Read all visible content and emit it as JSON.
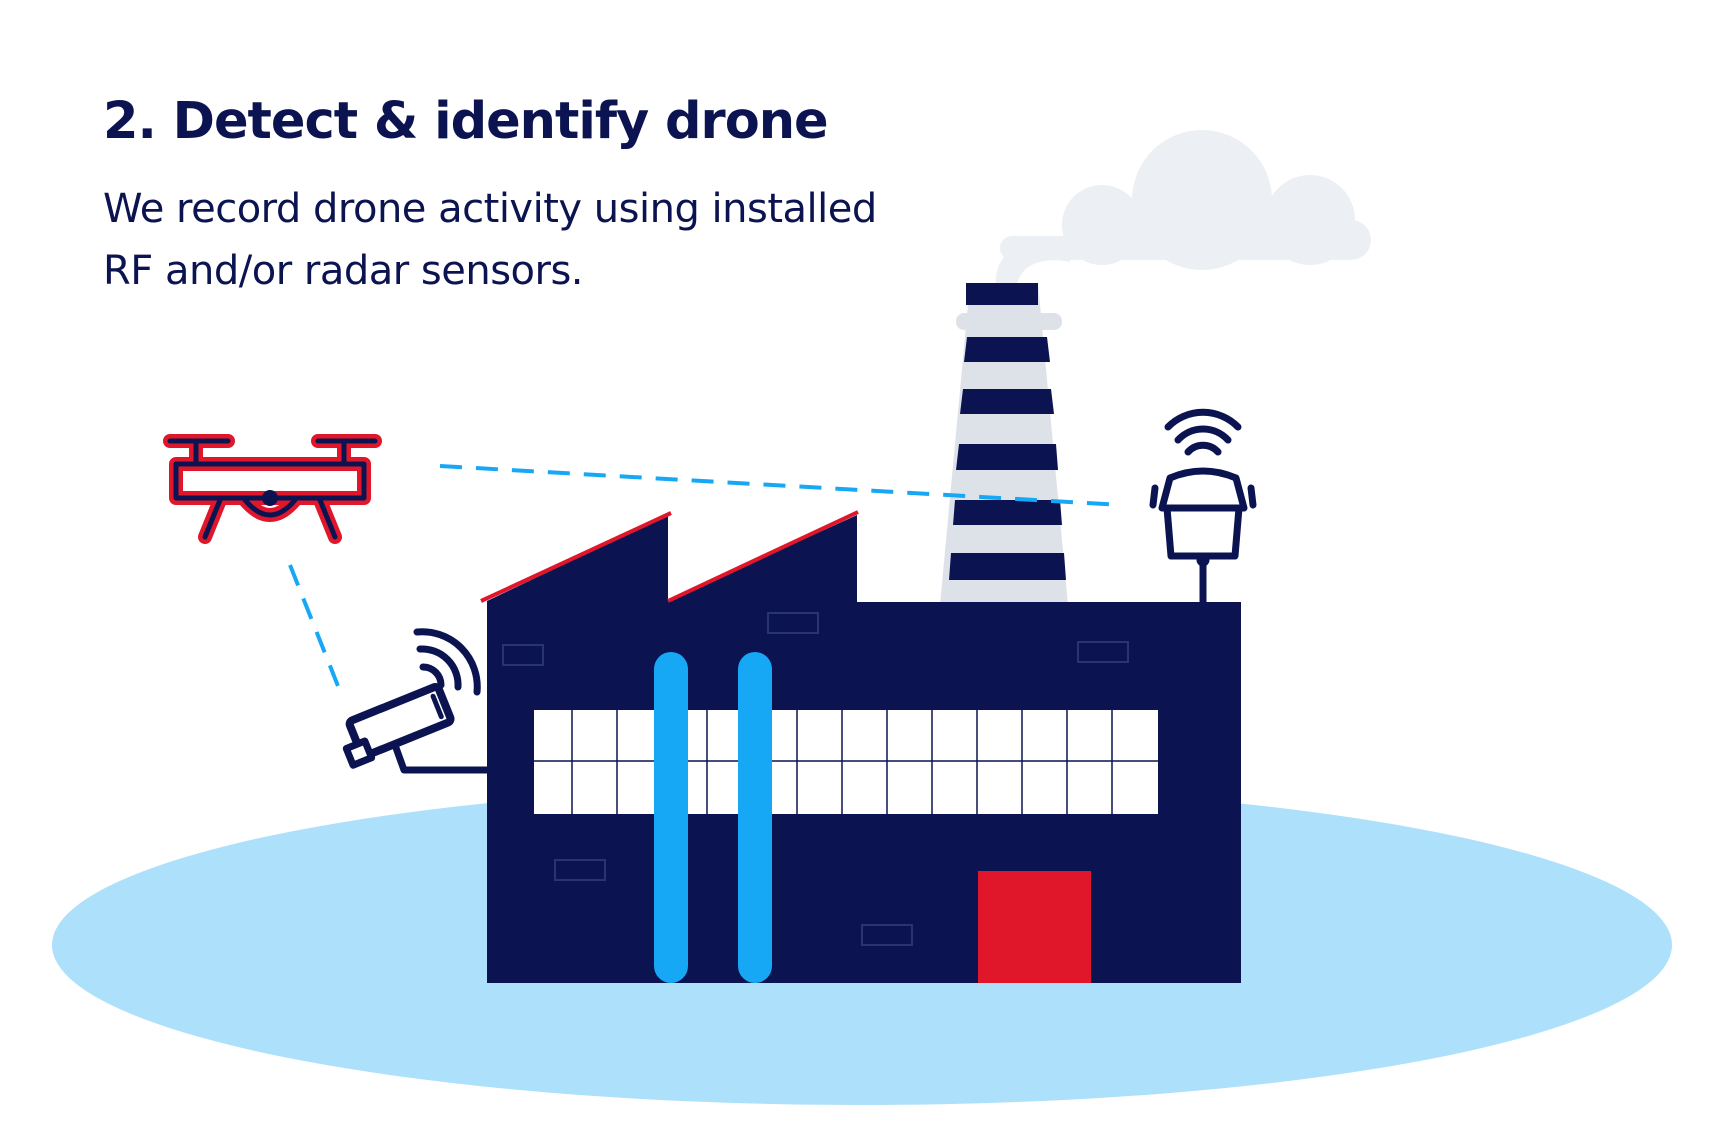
{
  "heading": {
    "title": "2. Detect & identify drone",
    "lines": [
      "We record drone activity using installed",
      "RF and/or radar sensors."
    ]
  },
  "colors": {
    "navy": "#0b1450",
    "blue": "#16a8f5",
    "light_blue": "#ade0fb",
    "red": "#e0162b",
    "cloud": "#eceff3",
    "chimney_stripe": "#dde1e8",
    "white": "#ffffff"
  },
  "icons": {
    "drone": "drone-icon",
    "camera": "security-camera-icon",
    "sensor": "rf-sensor-icon",
    "signal": "wifi-signal-icon"
  }
}
